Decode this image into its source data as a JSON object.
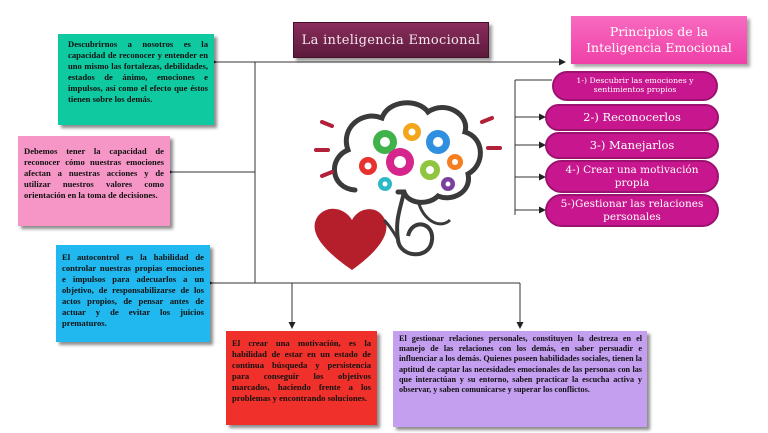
{
  "title": "La inteligencia Emocional",
  "principles_header": "Principios de la Inteligencia Emocional",
  "principles": [
    "1-) Descubrir las emociones y sentimientos propios",
    "2-) Reconocerlos",
    "3-)  Manejarlos",
    "4-) Crear una motivación propia",
    "5-)Gestionar las relaciones personales"
  ],
  "boxes": {
    "descubrirnos": "Descubrirnos a nosotros es la capacidad de reconocer y entender en uno mismo las fortalezas, debilidades, estados de ánimo, emociones e impulsos, así como el efecto que éstos tienen sobre los demás.",
    "reconocer": "Debemos tener la capacidad de reconocer cómo nuestras emociones afectan a nuestras acciones y de utilizar nuestros valores como orientación en la toma de decisiones.",
    "autocontrol": "El autocontrol es la habilidad de controlar nuestras propias emociones e impulsos para adecuarlos a un objetivo, de responsabilizarse de los actos propios, de pensar antes de actuar y de evitar los juicios prematuros.",
    "motivacion": "El crear una motivación, es la habilidad de estar en un estado de continua búsqueda y persistencia para conseguir los objetivos marcados, haciendo frente a los problemas y encontrando soluciones.",
    "relaciones": "El gestionar relaciones personales, constituyen la destreza en el manejo de las relaciones con los demás, en saber persuadir e influenciar a los demás. Quienes poseen habilidades sociales, tienen la aptitud de captar las necesidades emocionales de las personas con las que interactúan y su entorno, saben practicar la escucha activa y observar, y saben comunicarse y superar los conflictos."
  },
  "colors": {
    "teal": "#0fc9a0",
    "pink": "#f596c6",
    "cyan": "#20b8ee",
    "red": "#f0302a",
    "lavender": "#c49ff0",
    "magenta": "#c8178e",
    "header_pink": "#f552b5",
    "title_bg": "#7a2550"
  },
  "illustration": "brain-gears-heart-icon"
}
